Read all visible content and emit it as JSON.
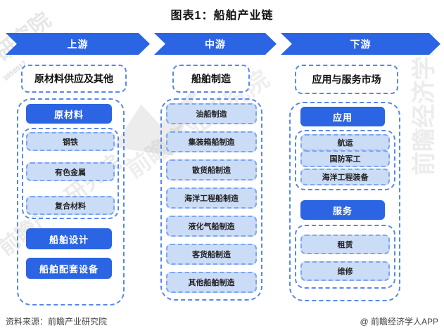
{
  "title": "图表1：船舶产业链",
  "colors": {
    "primary_blue": "#2B65E3",
    "item_fill": "#CBDCF7",
    "item_border": "#7CA6F0",
    "dashed_border": "#5588EE"
  },
  "watermark": {
    "text": "前瞻产业研究院",
    "fragment_left": "研究院",
    "fragment_digits": "3959917",
    "brand": "前瞻经济学人"
  },
  "upstream": {
    "arrow": "上游",
    "header": "原材料供应及其他",
    "group_label": "原材料",
    "group_items": [
      "钢铁",
      "有色金属",
      "复合材料"
    ],
    "buttons": [
      "船舶设计",
      "船舶配套设备"
    ]
  },
  "midstream": {
    "arrow": "中游",
    "header": "船舶制造",
    "items": [
      "油船制造",
      "集装箱船制造",
      "散货船制造",
      "海洋工程船制造",
      "液化气船制造",
      "客货船制造",
      "其他船舶制造"
    ]
  },
  "downstream": {
    "arrow": "下游",
    "header": "应用与服务市场",
    "groups": [
      {
        "label": "应用",
        "items": [
          "航运",
          "国防军工",
          "海洋工程装备"
        ]
      },
      {
        "label": "服务",
        "items": [
          "租赁",
          "维修"
        ]
      }
    ]
  },
  "footer": {
    "source": "资料来源：前瞻产业研究院",
    "credit": "@ 前瞻经济学人APP"
  }
}
